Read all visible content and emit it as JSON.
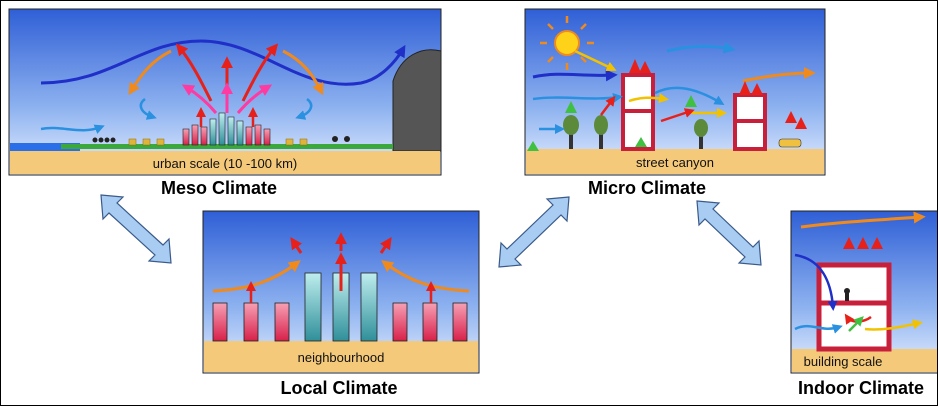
{
  "panels": {
    "meso": {
      "title": "Meso Climate",
      "strip": "urban scale (10 -100 km)"
    },
    "micro": {
      "title": "Micro Climate",
      "strip": "street canyon"
    },
    "local": {
      "title": "Local Climate",
      "strip": "neighbourhood"
    },
    "indoor": {
      "title": "Indoor Climate",
      "strip": "building scale"
    }
  },
  "colors": {
    "sky_top": "#2f5fd6",
    "sky_bottom": "#e8f0ff",
    "ground": "#f5c97a",
    "connector_arrow": "#a9cdf2",
    "building_red": "#e84a6a",
    "building_teal": "#4fb3b3",
    "wind_dark_blue": "#1f2fc8",
    "heat_red": "#e8201a",
    "flow_orange": "#f08a1c"
  }
}
